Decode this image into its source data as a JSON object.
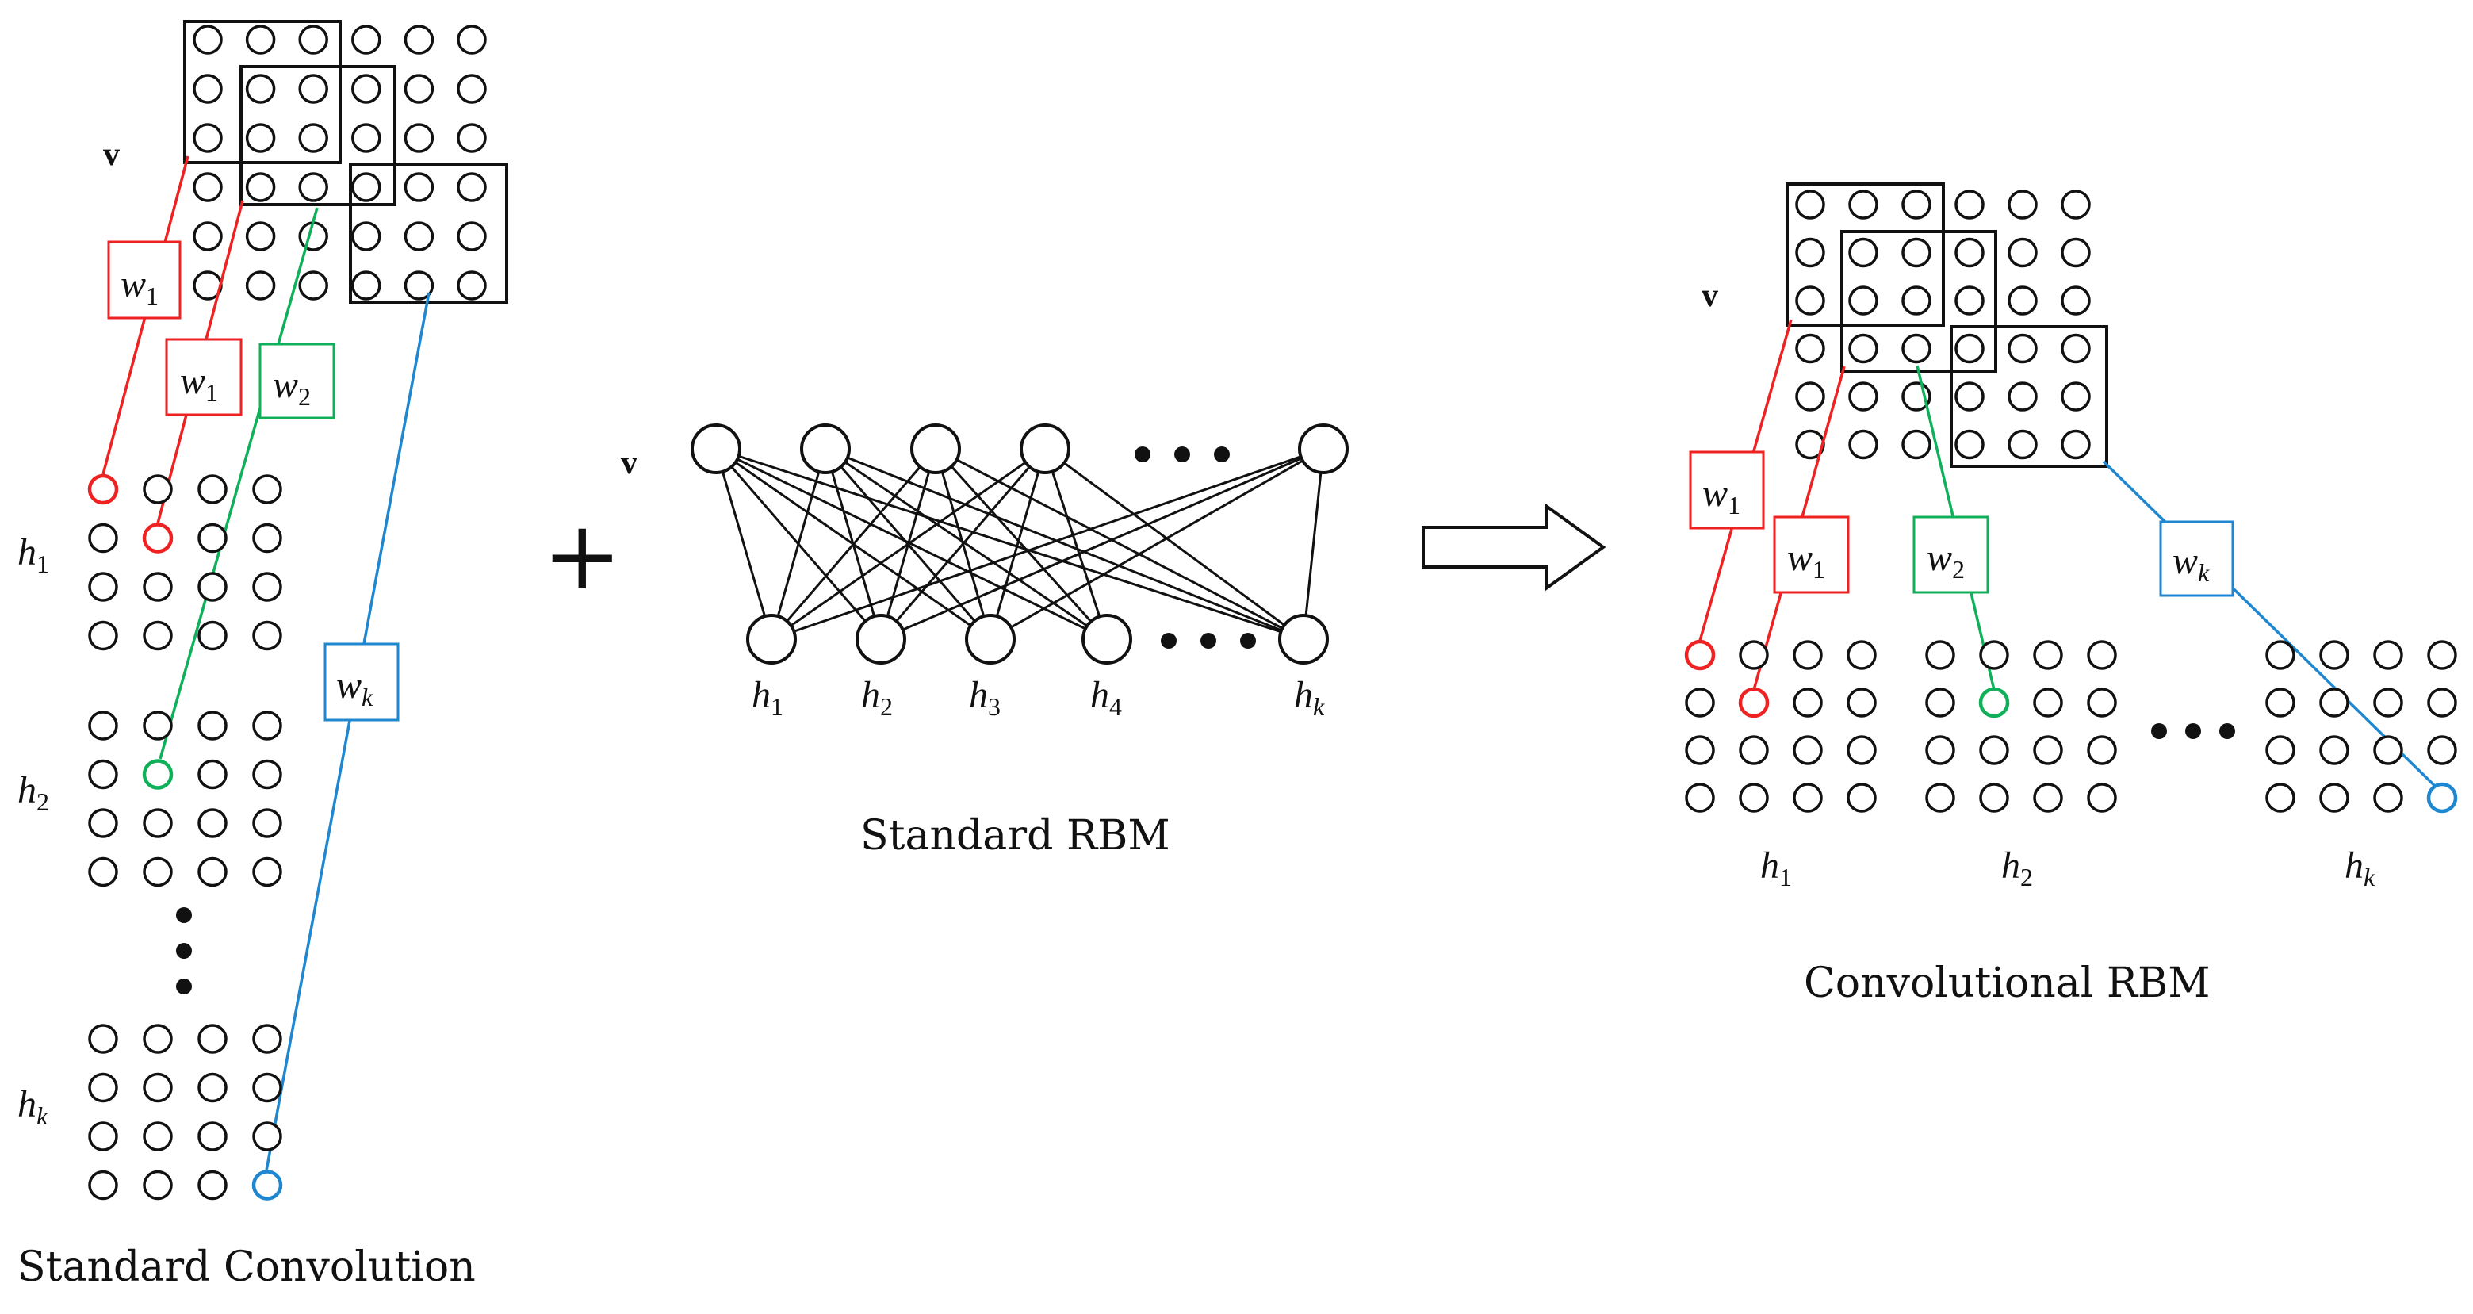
{
  "colors": {
    "ink": "#111111",
    "red": "#ee2222",
    "green": "#10b05a",
    "blue": "#1f86d0"
  },
  "standard_convolution": {
    "caption": "Standard Convolution",
    "v_label": "v",
    "weights": {
      "w1": "w",
      "w1_sub": "1",
      "w2": "w",
      "w2_sub": "2",
      "wk": "w",
      "wk_sub": "k"
    },
    "hidden_labels": [
      {
        "main": "h",
        "sub": "1"
      },
      {
        "main": "h",
        "sub": "2"
      },
      {
        "main": "h",
        "sub": "k"
      }
    ]
  },
  "plus_sign": "+",
  "standard_rbm": {
    "caption": "Standard RBM",
    "v_label": "v",
    "hidden_labels": [
      {
        "main": "h",
        "sub": "1"
      },
      {
        "main": "h",
        "sub": "2"
      },
      {
        "main": "h",
        "sub": "3"
      },
      {
        "main": "h",
        "sub": "4"
      },
      {
        "main": "h",
        "sub": "k"
      }
    ]
  },
  "convolutional_rbm": {
    "caption": "Convolutional RBM",
    "v_label": "v",
    "weights": {
      "w1": "w",
      "w1_sub": "1",
      "w2": "w",
      "w2_sub": "2",
      "wk": "w",
      "wk_sub": "k"
    },
    "hidden_labels": [
      {
        "main": "h",
        "sub": "1"
      },
      {
        "main": "h",
        "sub": "2"
      },
      {
        "main": "h",
        "sub": "k"
      }
    ]
  }
}
